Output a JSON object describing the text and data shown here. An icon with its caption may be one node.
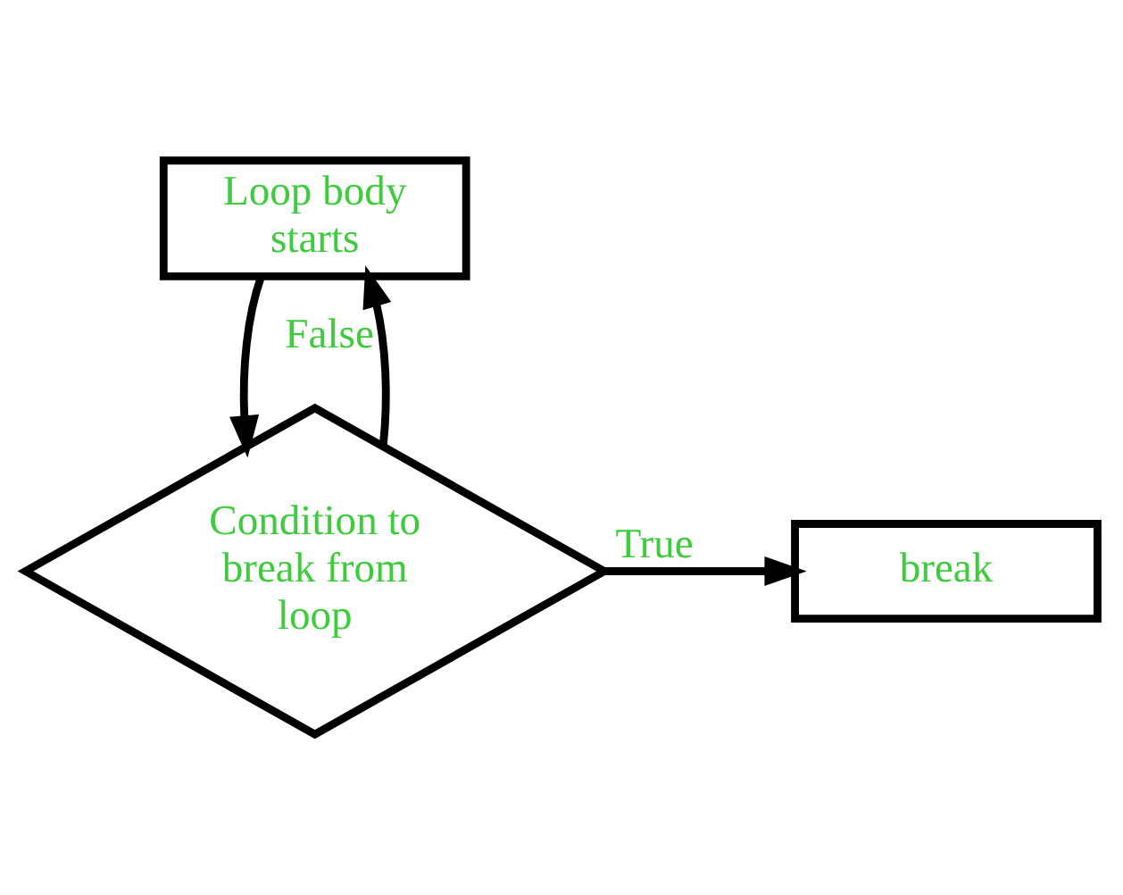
{
  "diagram": {
    "nodes": [
      {
        "text": [
          "Loop body starts"
        ]
      },
      {
        "text": [
          "Condition to break from loop"
        ]
      },
      {
        "text": [
          "break"
        ]
      }
    ],
    "edges": [
      {
        "from": 0,
        "to": 1,
        "arrow": "to"
      },
      {
        "from": 1,
        "to": 2,
        "arrow": "to",
        "label": "True"
      },
      {
        "from": 1,
        "to": 0,
        "arrow": "to",
        "label": "False"
      }
    ]
  }
}
